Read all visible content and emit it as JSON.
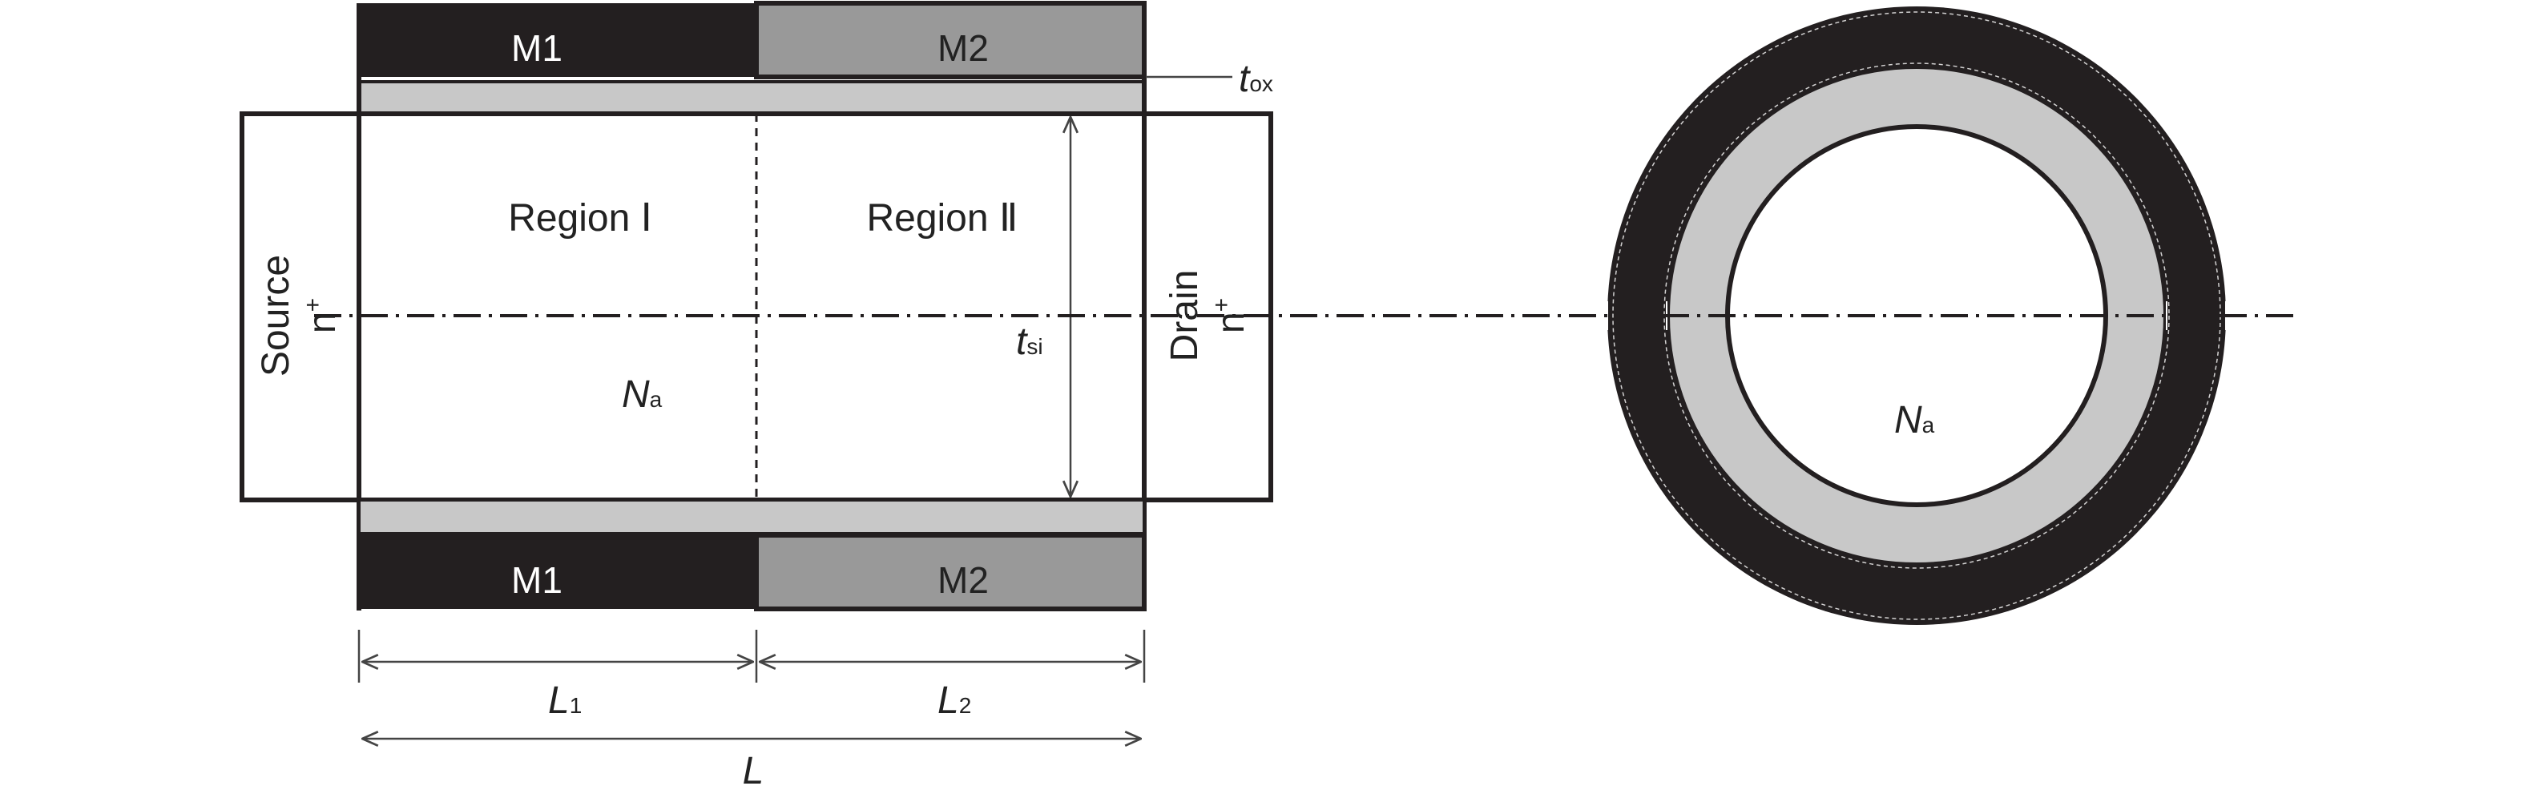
{
  "labels": {
    "m1": "M1",
    "m2": "M2",
    "t_ox_main": "t",
    "t_ox_sub": "ox",
    "region1": "Region Ⅰ",
    "region2": "Region Ⅱ",
    "source": "Source",
    "n_plus_left": "n",
    "plus": "+",
    "drain": "Drain",
    "n_plus_right": "n",
    "t_si_main": "t",
    "t_si_sub": "si",
    "na_main": "N",
    "na_sub": "a",
    "l1_main": "L",
    "l1_sub": "1",
    "l2_main": "L",
    "l2_sub": "2",
    "l_total": "L"
  },
  "colors": {
    "gate_m1": "#231f20",
    "gate_m2": "#999999",
    "oxide": "#c8c8c8",
    "outline": "#231f20",
    "background": "#ffffff"
  }
}
